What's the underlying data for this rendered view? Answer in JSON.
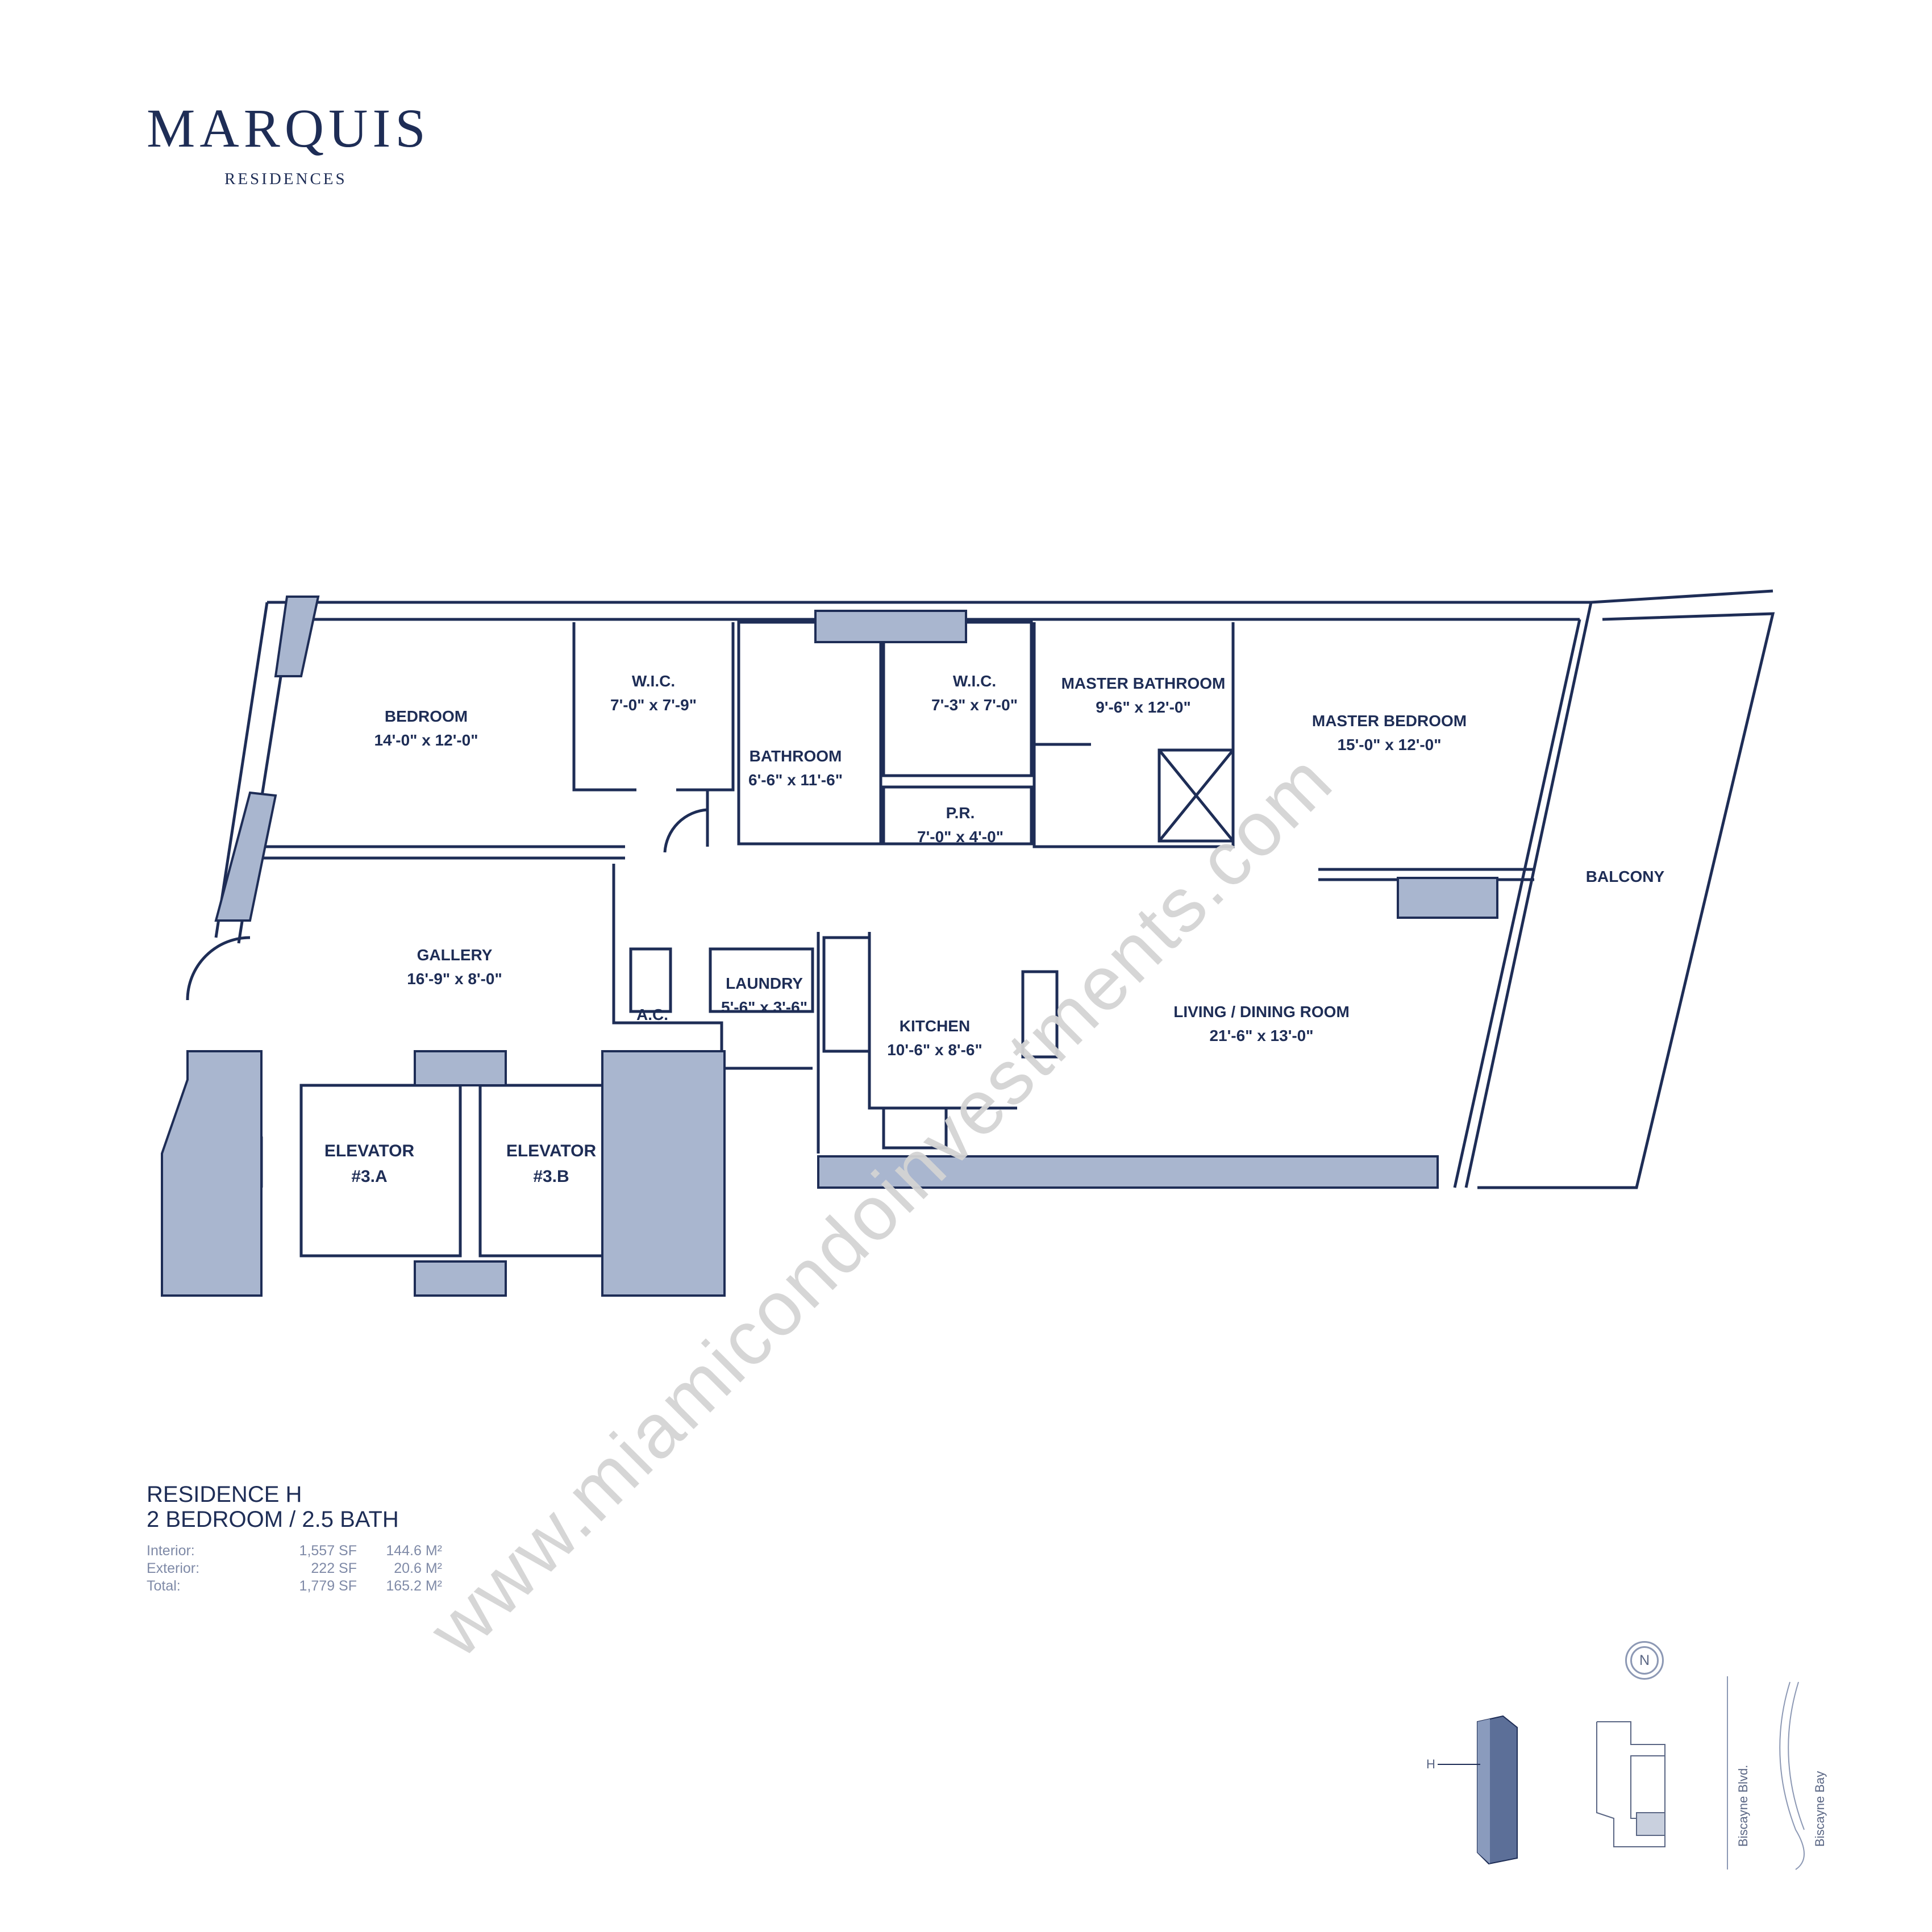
{
  "brand": {
    "name": "MARQUIS",
    "subtitle": "RESIDENCES"
  },
  "rooms": {
    "bedroom": {
      "name": "BEDROOM",
      "dim": "14'-0\" x 12'-0\""
    },
    "wic1": {
      "name": "W.I.C.",
      "dim": "7'-0\" x 7'-9\""
    },
    "bathroom": {
      "name": "BATHROOM",
      "dim": "6'-6\" x 11'-6\""
    },
    "wic2": {
      "name": "W.I.C.",
      "dim": "7'-3\" x 7'-0\""
    },
    "master_bath": {
      "name": "MASTER BATHROOM",
      "dim": "9'-6\" x 12'-0\""
    },
    "master_bed": {
      "name": "MASTER BEDROOM",
      "dim": "15'-0\" x 12'-0\""
    },
    "pr": {
      "name": "P.R.",
      "dim": "7'-0\" x 4'-0\""
    },
    "balcony": {
      "name": "BALCONY"
    },
    "gallery": {
      "name": "GALLERY",
      "dim": "16'-9\" x 8'-0\""
    },
    "ac": {
      "name": "A.C."
    },
    "laundry": {
      "name": "LAUNDRY",
      "dim": "5'-6\" x 3'-6\""
    },
    "kitchen": {
      "name": "KITCHEN",
      "dim": "10'-6\" x 8'-6\""
    },
    "living": {
      "name": "LIVING / DINING ROOM",
      "dim": "21'-6\" x 13'-0\""
    },
    "elev_a": {
      "name": "ELEVATOR",
      "num": "#3.A"
    },
    "elev_b": {
      "name": "ELEVATOR",
      "num": "#3.B"
    }
  },
  "residence": {
    "name": "RESIDENCE H",
    "type": "2 BEDROOM / 2.5 BATH",
    "stats": [
      {
        "label": "Interior:",
        "sf": "1,557 SF",
        "m2": "144.6 M²"
      },
      {
        "label": "Exterior:",
        "sf": "222 SF",
        "m2": "20.6 M²"
      },
      {
        "label": "Total:",
        "sf": "1,779 SF",
        "m2": "165.2 M²"
      }
    ]
  },
  "key_plan": {
    "north": "N",
    "tower_marker": "H",
    "street": "Biscayne Blvd.",
    "water": "Biscayne Bay"
  },
  "watermark": "www.miamicondoinvestments.com",
  "colors": {
    "ink": "#1e2d56",
    "wall_fill": "#a9b6cf",
    "watermark": "#d4d4d4"
  }
}
